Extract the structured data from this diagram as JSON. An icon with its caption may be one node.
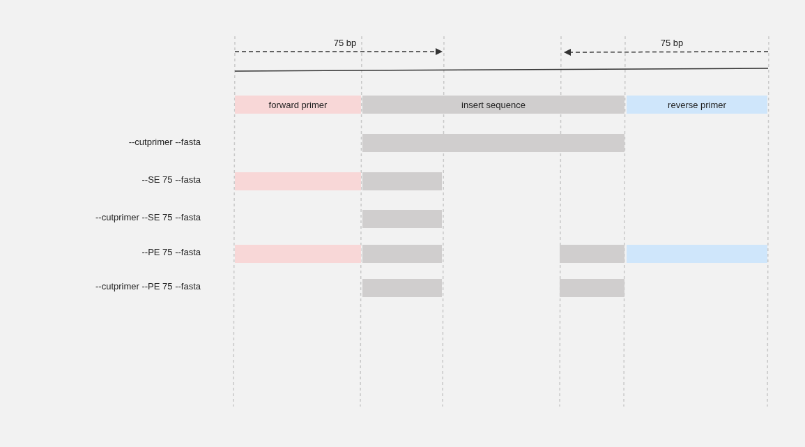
{
  "diagram": {
    "nodes": [
      {
        "text": [
          "forward primer"
        ]
      },
      {
        "text": [
          "insert sequence"
        ]
      },
      {
        "text": [
          "reverse primer"
        ]
      },
      {
        "text": [],
        "shape": "bar"
      },
      {
        "text": [],
        "shape": "bar"
      },
      {
        "text": [],
        "shape": "bar"
      },
      {
        "text": [],
        "shape": "bar"
      },
      {
        "text": [],
        "shape": "bar"
      },
      {
        "text": [],
        "shape": "bar"
      },
      {
        "text": [],
        "shape": "bar"
      },
      {
        "text": [],
        "shape": "bar"
      },
      {
        "text": [],
        "shape": "bar"
      },
      {
        "text": [],
        "shape": "bar"
      }
    ],
    "labels": [
      "75 bp",
      "75 bp",
      "--cutprimer --fasta",
      "--SE 75 --fasta",
      "--cutprimer --SE 75 --fasta",
      "--PE 75 --fasta",
      "--cutprimer --PE 75 --fasta"
    ]
  }
}
